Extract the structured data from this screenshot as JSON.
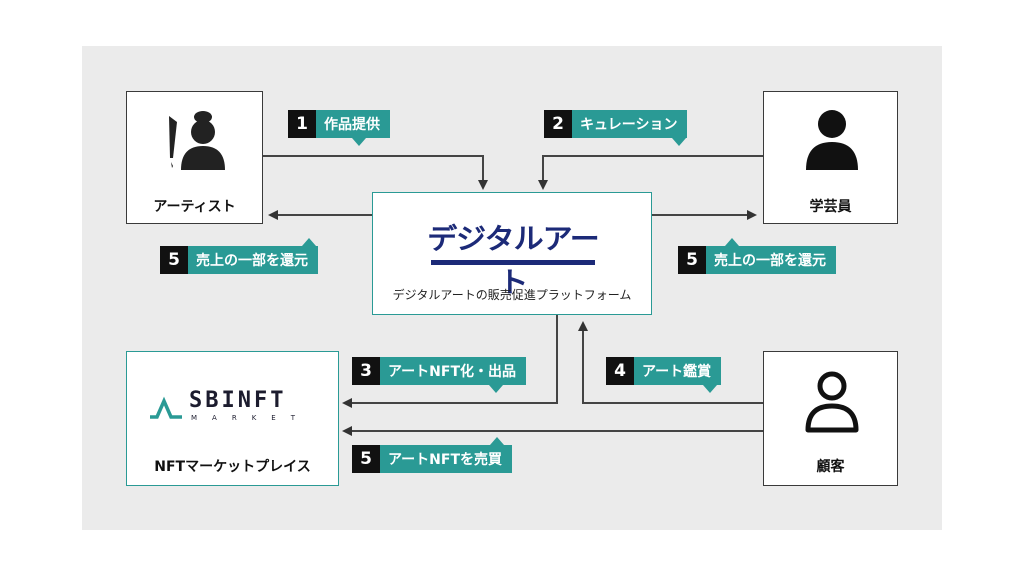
{
  "nodes": {
    "artist": {
      "label": "アーティスト"
    },
    "curator": {
      "label": "学芸員"
    },
    "customer": {
      "label": "顧客"
    },
    "platform": {
      "logo_text": "デジタルアート",
      "caption": "デジタルアートの販売促進プラットフォーム"
    },
    "marketplace": {
      "logo_main": "SBINFT",
      "logo_sub": "MARKET",
      "label": "NFTマーケットプレイス"
    }
  },
  "steps": [
    {
      "num": "1",
      "label": "作品提供"
    },
    {
      "num": "2",
      "label": "キュレーション"
    },
    {
      "num": "5",
      "label": "売上の一部を還元"
    },
    {
      "num": "5",
      "label": "売上の一部を還元"
    },
    {
      "num": "3",
      "label": "アートNFT化・出品"
    },
    {
      "num": "4",
      "label": "アート鑑賞"
    },
    {
      "num": "5",
      "label": "アートNFTを売買"
    }
  ],
  "colors": {
    "accent": "#2a9a95",
    "dark": "#111111",
    "navy": "#1c2a78",
    "panel": "#ebebeb"
  }
}
